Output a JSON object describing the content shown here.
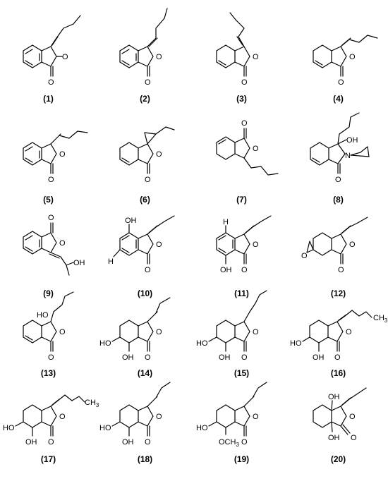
{
  "compounds": [
    {
      "label": "(1)"
    },
    {
      "label": "(2)"
    },
    {
      "label": "(3)"
    },
    {
      "label": "(4)"
    },
    {
      "label": "(5)"
    },
    {
      "label": "(6)"
    },
    {
      "label": "(7)"
    },
    {
      "label": "(8)"
    },
    {
      "label": "(9)"
    },
    {
      "label": "(10)"
    },
    {
      "label": "(11)"
    },
    {
      "label": "(12)"
    },
    {
      "label": "(13)"
    },
    {
      "label": "(14)"
    },
    {
      "label": "(15)"
    },
    {
      "label": "(16)"
    },
    {
      "label": "(17)"
    },
    {
      "label": "(18)"
    },
    {
      "label": "(19)"
    },
    {
      "label": "(20)"
    }
  ],
  "atoms": {
    "oxygen": "O",
    "nitrogen": "N",
    "hydrogen": "H",
    "hydroxyl_right": "OH",
    "hydroxyl_left": "HO",
    "methyl": "CH",
    "methyl_sub": "3",
    "methoxy": "OCH",
    "methoxy_sub": "3"
  }
}
